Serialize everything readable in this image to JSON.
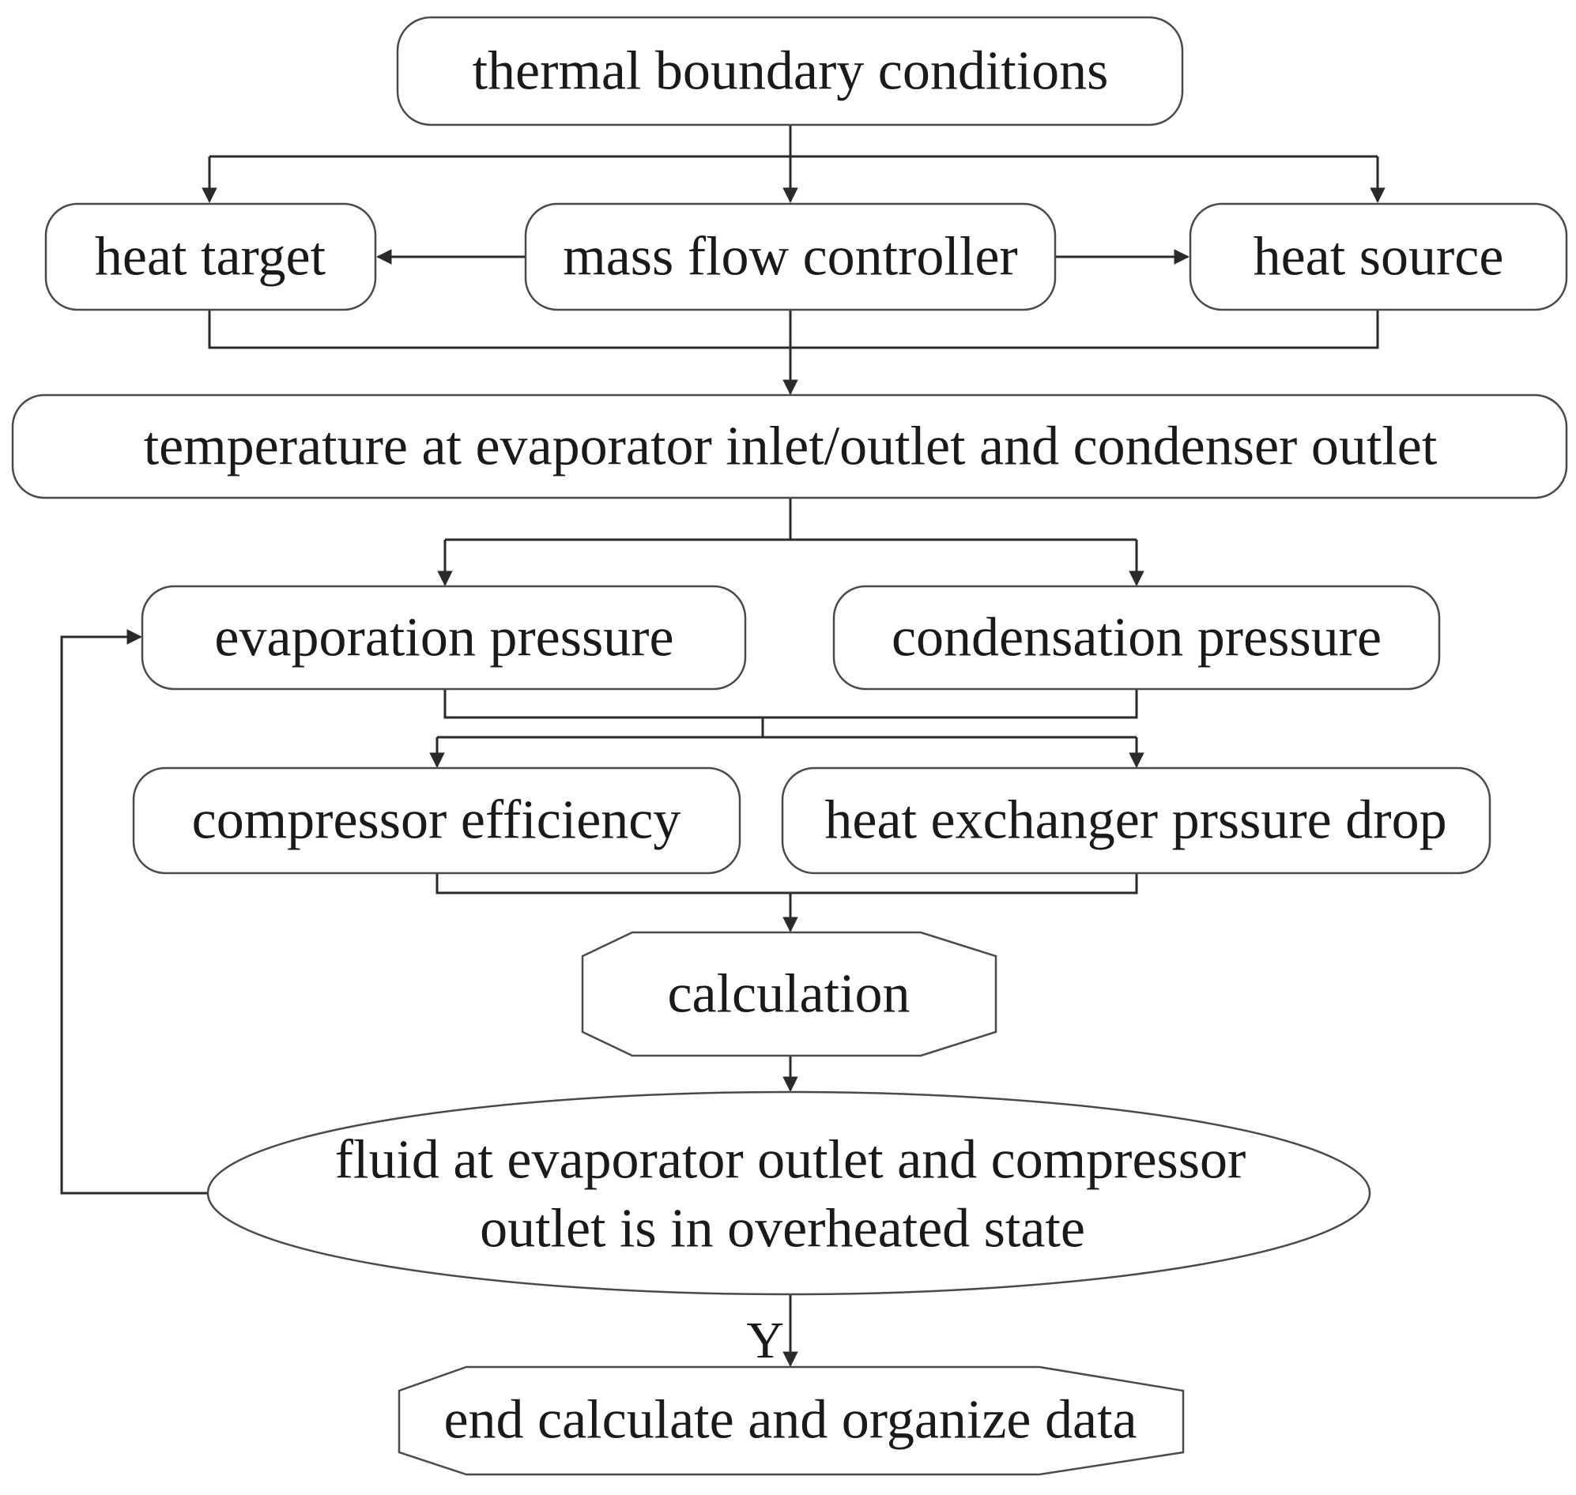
{
  "diagram": {
    "nodes": {
      "thermal_boundary": "thermal boundary conditions",
      "heat_target": "heat target",
      "mass_flow_controller": "mass flow controller",
      "heat_source": "heat source",
      "temperature": "temperature at evaporator inlet/outlet and condenser outlet",
      "evaporation_pressure": "evaporation pressure",
      "condensation_pressure": "condensation pressure",
      "compressor_efficiency": "compressor efficiency",
      "heat_exchanger_drop": "heat exchanger prssure drop",
      "calculation": "calculation",
      "decision_line1": "fluid at evaporator outlet and compressor",
      "decision_line2": "outlet is in overheated state",
      "end": "end calculate and organize data"
    },
    "edge_labels": {
      "yes": "Y"
    }
  }
}
